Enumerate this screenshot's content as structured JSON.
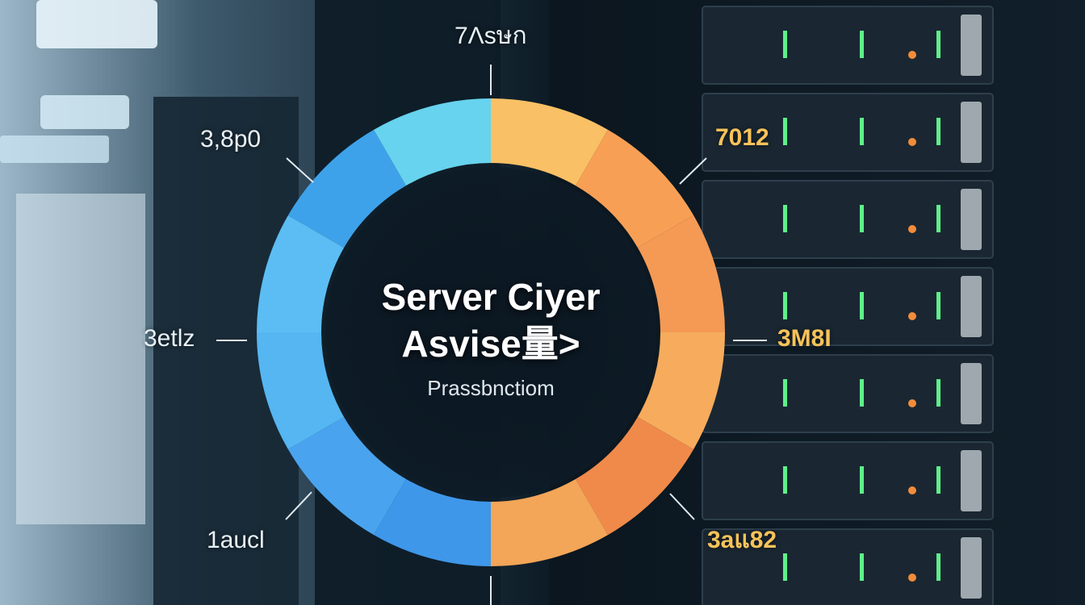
{
  "chart_data": {
    "type": "pie",
    "title": "Server Ciyer",
    "title_line2": "Asvise量>",
    "subtitle": "Prassbnctiom",
    "slices": [
      {
        "label": "7012",
        "value": 8.33,
        "color": "#f9c065"
      },
      {
        "label": "3M8I",
        "value": 8.33,
        "color": "#f7a055"
      },
      {
        "label": "3aแ82",
        "value": 8.33,
        "color": "#f59a55"
      },
      {
        "label": "",
        "value": 8.33,
        "color": "#f6ac5c"
      },
      {
        "label": "",
        "value": 8.33,
        "color": "#f08a4a"
      },
      {
        "label": "",
        "value": 8.33,
        "color": "#f3a558"
      },
      {
        "label": "1aucl",
        "value": 8.33,
        "color": "#3f97ea"
      },
      {
        "label": "",
        "value": 8.33,
        "color": "#4aa3ee"
      },
      {
        "label": "3etlz",
        "value": 8.33,
        "color": "#55b6f2"
      },
      {
        "label": "",
        "value": 8.33,
        "color": "#5bbdf3"
      },
      {
        "label": "3,8p0",
        "value": 8.33,
        "color": "#3ea2ea"
      },
      {
        "label": "7Λsษก",
        "value": 8.33,
        "color": "#67d3ee"
      }
    ],
    "legend": "none"
  }
}
